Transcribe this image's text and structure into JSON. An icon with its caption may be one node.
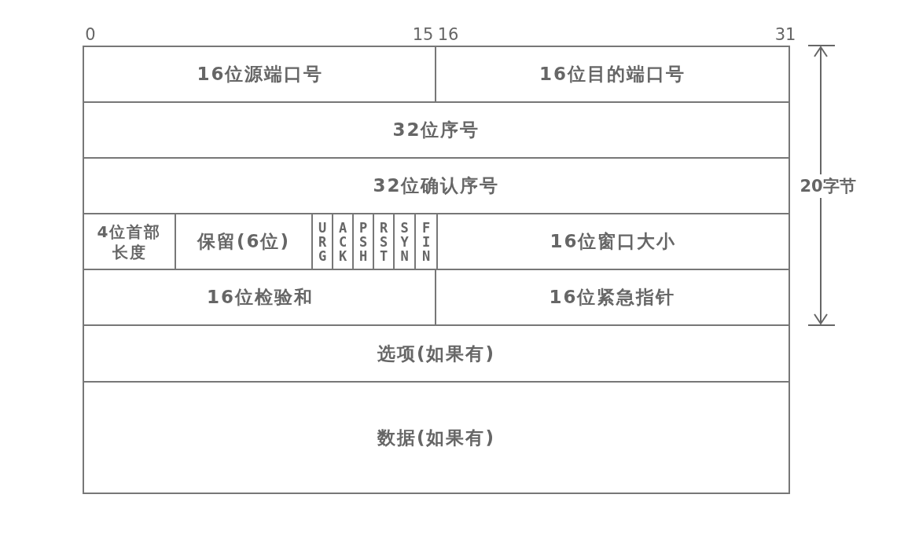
{
  "diagram": {
    "labels": [
      "0",
      "15",
      "16",
      "31",
      "16位源端口号",
      "16位目的端口号",
      "32位序号",
      "32位确认序号",
      "20字节",
      "4位首部长度",
      "保留(6位)",
      "URG",
      "ACK",
      "PSH",
      "RST",
      "SYN",
      "FIN",
      "16位窗口大小",
      "16位检验和",
      "16位紧急指针",
      "选项(如果有)",
      "数据(如果有)"
    ]
  }
}
